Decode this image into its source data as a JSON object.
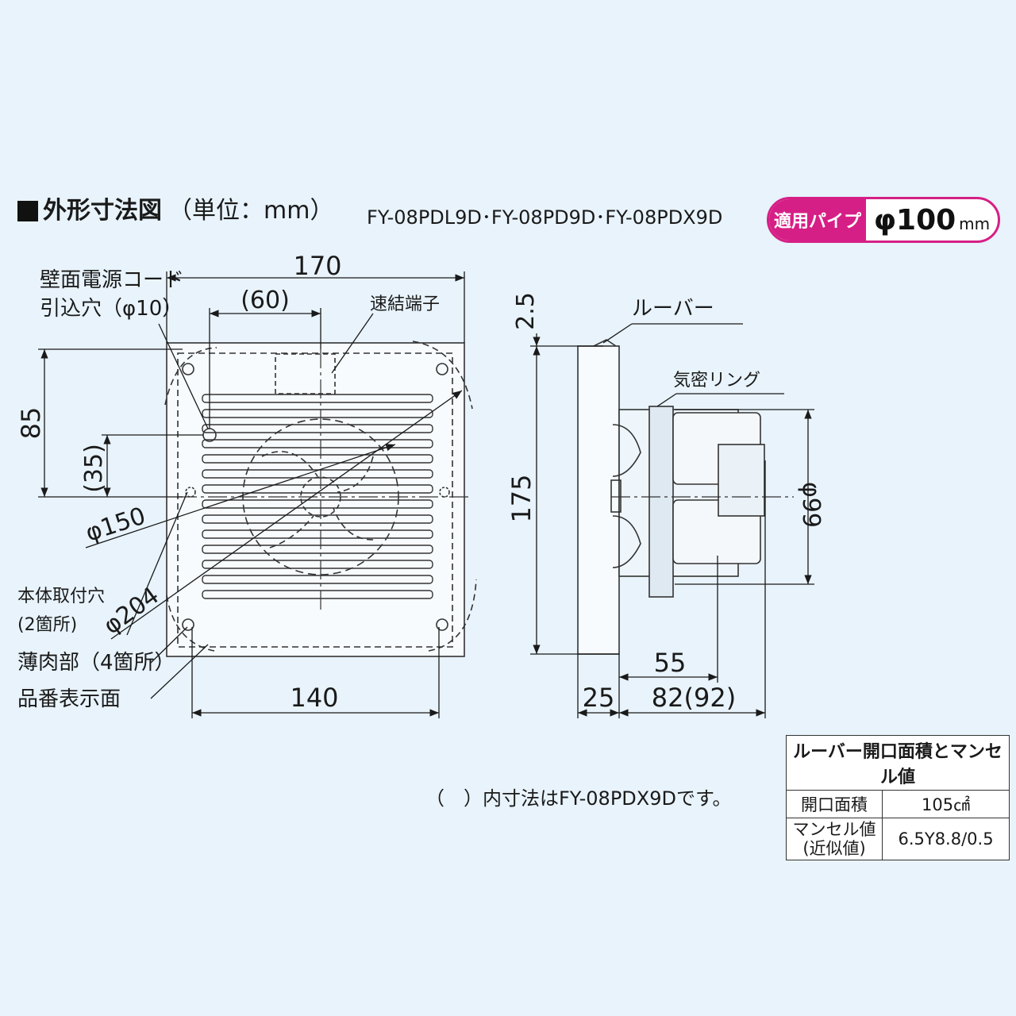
{
  "title": {
    "heading": "外形寸法図",
    "unit": "（単位：mm）",
    "models": "FY-08PDL9D･FY-08PD9D･FY-08PDX9D"
  },
  "pipe_badge": {
    "label": "適用パイプ",
    "value": "φ100",
    "unit": "mm"
  },
  "callouts": {
    "power_cord_line1": "壁面電源コード",
    "power_cord_line2": "引込穴（φ10）",
    "quick_terminal": "速結端子",
    "mount_hole_line1": "本体取付穴",
    "mount_hole_line2": "(2箇所)",
    "thin_part": "薄肉部（4箇所）",
    "model_face": "品番表示面",
    "louver": "ルーバー",
    "airtight_ring": "気密リング"
  },
  "dimensions": {
    "front_width": "170",
    "terminal_offset": "(60)",
    "height_85": "85",
    "height_35": "(35)",
    "phi150": "φ150",
    "phi204": "φ204",
    "bottom_width": "140",
    "side_2_5": "2.5",
    "side_175": "175",
    "phi99": "φ99",
    "depth_55": "55",
    "depth_25": "25",
    "depth_82": "82(92)"
  },
  "note": "（　）内寸法はFY-08PDX9Dです。",
  "spec_table": {
    "header": "ルーバー開口面積とマンセル値",
    "rows": [
      {
        "label": "開口面積",
        "value": "105㎠"
      },
      {
        "label": "マンセル値\n(近似値)",
        "value": "6.5Y8.8/0.5"
      }
    ]
  }
}
